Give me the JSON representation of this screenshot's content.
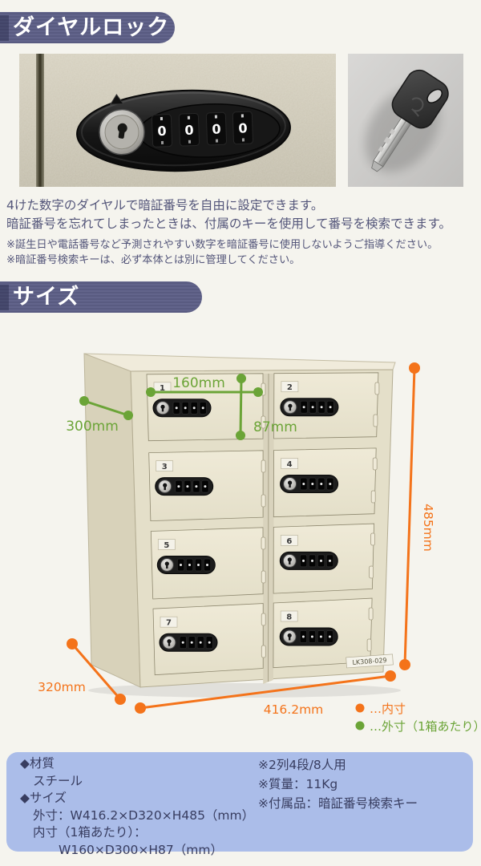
{
  "header1": {
    "title": "ダイヤルロック"
  },
  "header2": {
    "title": "サイズ"
  },
  "description": {
    "line1": "4けた数字のダイヤルで暗証番号を自由に設定できます。",
    "line2": "暗証番号を忘れてしまったときは、付属のキーを使用して番号を検索できます。",
    "note1": "※誕生日や電話番号など予測されやすい数字を暗証番号に使用しないようご指導ください。",
    "note2": "※暗証番号検索キーは、必ず本体とは別に管理してください。"
  },
  "lock_photo": {
    "dials": [
      "0",
      "0",
      "0",
      "0"
    ]
  },
  "locker": {
    "doors": [
      "1",
      "2",
      "3",
      "4",
      "5",
      "6",
      "7",
      "8"
    ],
    "model_label": "LK308-029",
    "dims": {
      "inner_w": "160mm",
      "inner_h": "87mm",
      "inner_d": "300mm",
      "outer_h": "485mm",
      "outer_d": "320mm",
      "outer_w": "416.2mm"
    }
  },
  "legend": {
    "inner_label": "…内寸",
    "outer_label": "…外寸（1箱あたり）"
  },
  "specs": {
    "left": [
      "◆材質",
      "スチール",
      "◆サイズ",
      "外寸：W416.2×D320×H485（mm）",
      "内寸（1箱あたり）：",
      "W160×D300×H87（mm）"
    ],
    "right": [
      "※2列4段/8人用",
      "※質量：11Kg",
      "※付属品：暗証番号検索キー"
    ]
  },
  "colors": {
    "accent_orange": "#f4731a",
    "accent_green": "#6ba437",
    "banner_purple": "#5d5f86",
    "spec_box_bg": "#abbde9",
    "cabinet_beige": "#e7e2cc",
    "body_text": "#54567a"
  }
}
